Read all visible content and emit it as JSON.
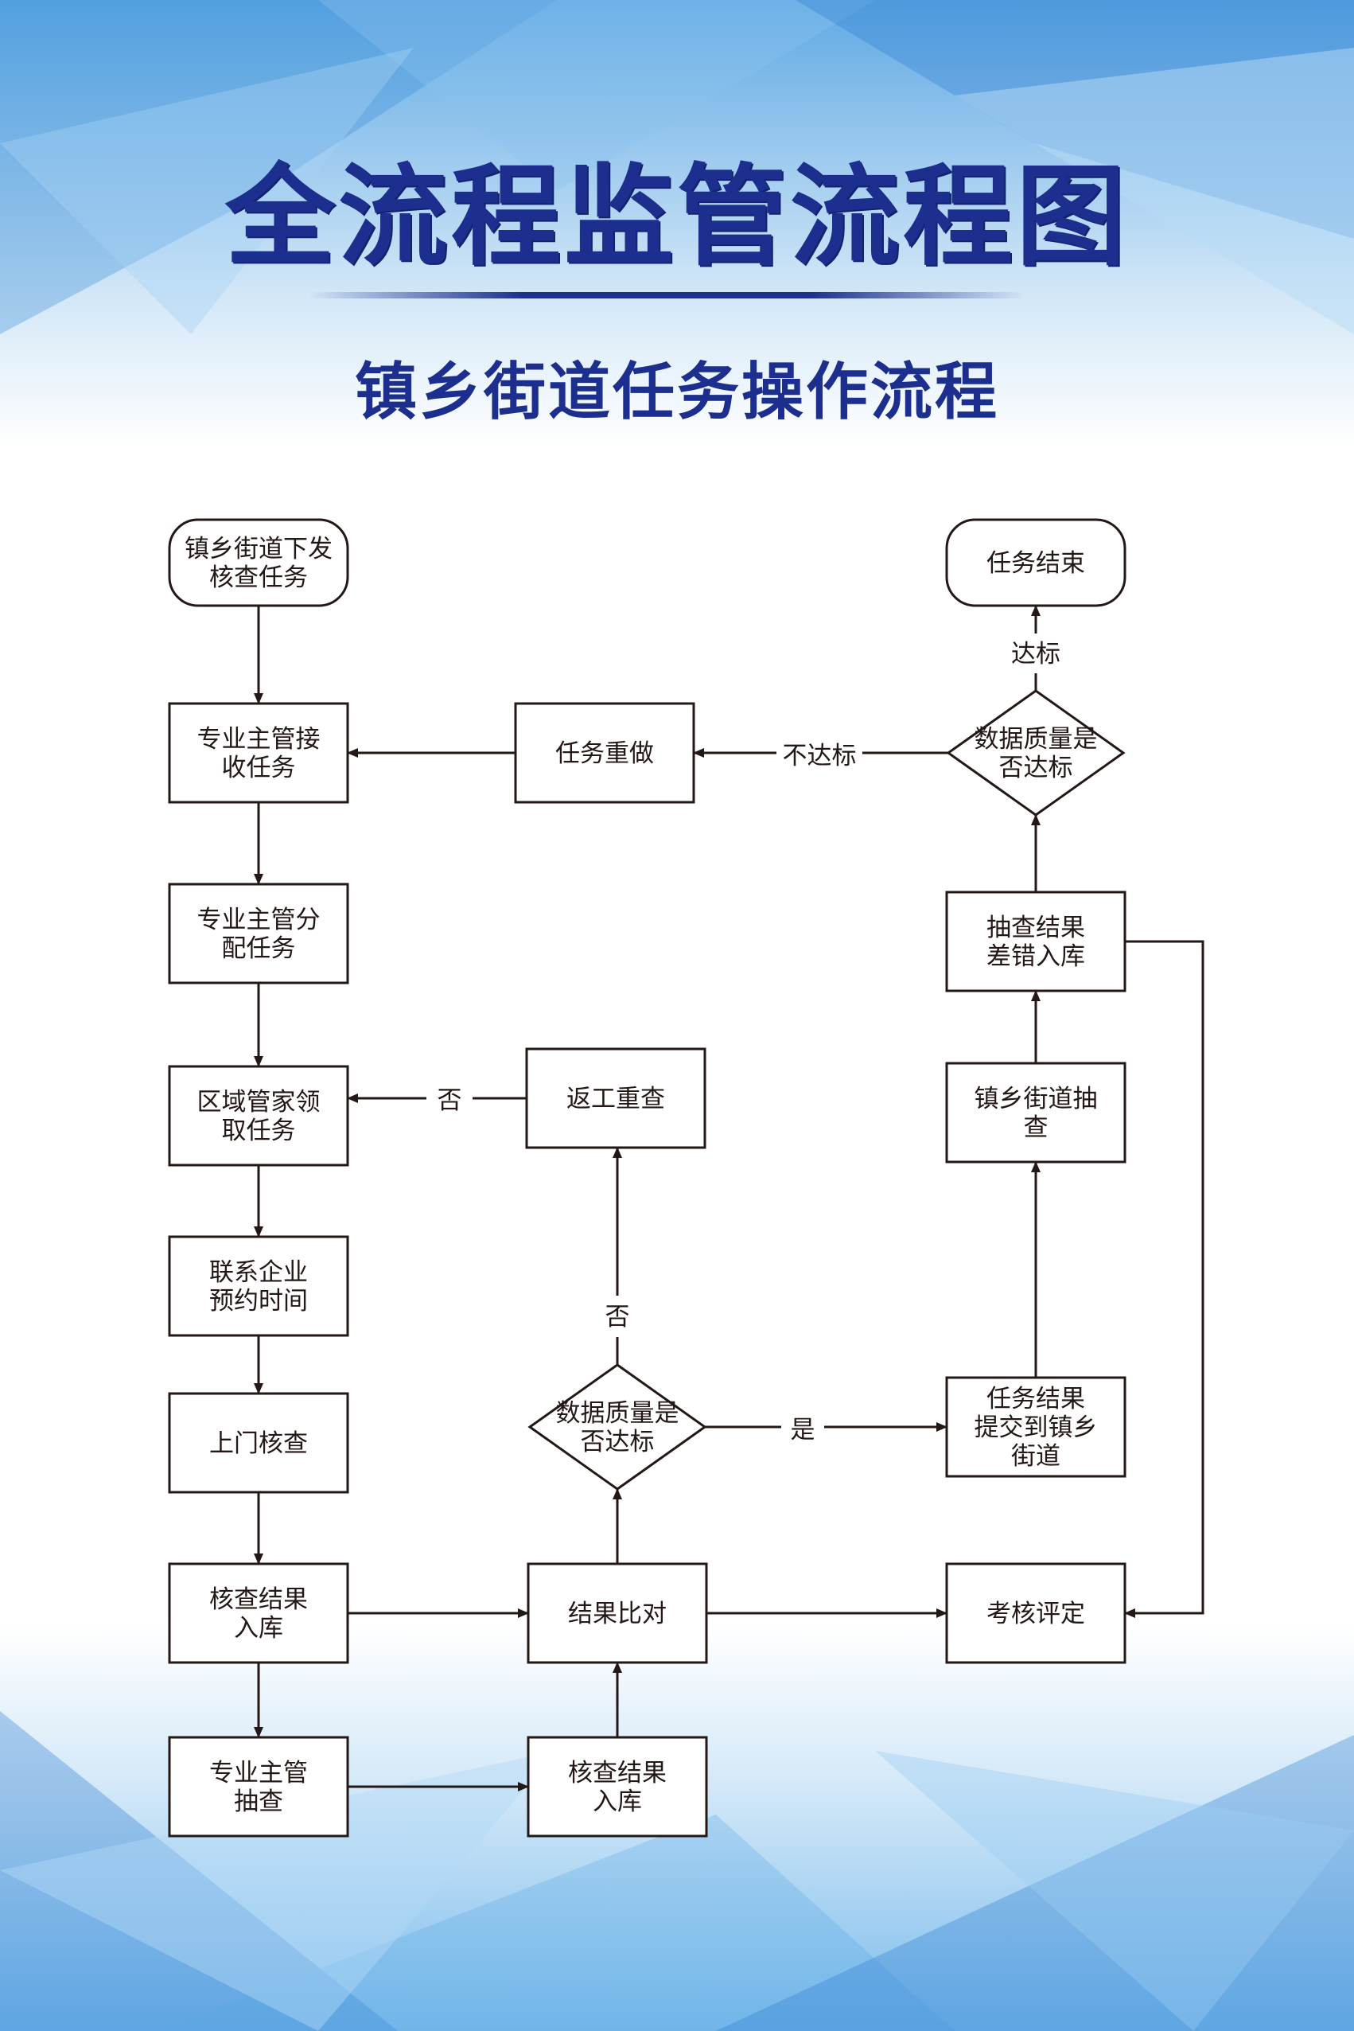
{
  "title": "全流程监管流程图",
  "subtitle": "镇乡街道任务操作流程",
  "colors": {
    "title": "#1d2f8e",
    "line": "#231815",
    "node_fill": "#ffffff",
    "background": "#dcecf9"
  },
  "nodes": {
    "n_issue": {
      "shape": "terminal",
      "lines": [
        "镇乡街道下发",
        "核查任务"
      ]
    },
    "n_receive": {
      "shape": "process",
      "lines": [
        "专业主管接",
        "收任务"
      ]
    },
    "n_assign": {
      "shape": "process",
      "lines": [
        "专业主管分",
        "配任务"
      ]
    },
    "n_claim": {
      "shape": "process",
      "lines": [
        "区域管家领",
        "取任务"
      ]
    },
    "n_contact": {
      "shape": "process",
      "lines": [
        "联系企业",
        "预约时间"
      ]
    },
    "n_visit": {
      "shape": "process",
      "lines": [
        "上门核查"
      ]
    },
    "n_store1": {
      "shape": "process",
      "lines": [
        "核查结果",
        "入库"
      ]
    },
    "n_spot": {
      "shape": "process",
      "lines": [
        "专业主管",
        "抽查"
      ]
    },
    "n_store2": {
      "shape": "process",
      "lines": [
        "核查结果",
        "入库"
      ]
    },
    "n_compare": {
      "shape": "process",
      "lines": [
        "结果比对"
      ]
    },
    "n_quality1": {
      "shape": "decision",
      "lines": [
        "数据质量是",
        "否达标"
      ]
    },
    "n_rework": {
      "shape": "process",
      "lines": [
        "返工重查"
      ]
    },
    "n_submit": {
      "shape": "process",
      "lines": [
        "任务结果",
        "提交到镇乡",
        "街道"
      ]
    },
    "n_evaluate": {
      "shape": "process",
      "lines": [
        "考核评定"
      ]
    },
    "n_townspot": {
      "shape": "process",
      "lines": [
        "镇乡街道抽",
        "查"
      ]
    },
    "n_errstore": {
      "shape": "process",
      "lines": [
        "抽查结果",
        "差错入库"
      ]
    },
    "n_quality2": {
      "shape": "decision",
      "lines": [
        "数据质量是",
        "否达标"
      ]
    },
    "n_redo": {
      "shape": "process",
      "lines": [
        "任务重做"
      ]
    },
    "n_end": {
      "shape": "terminal",
      "lines": [
        "任务结束"
      ]
    }
  },
  "edge_labels": {
    "pass": "达标",
    "fail": "不达标",
    "no": "否",
    "yes": "是"
  }
}
